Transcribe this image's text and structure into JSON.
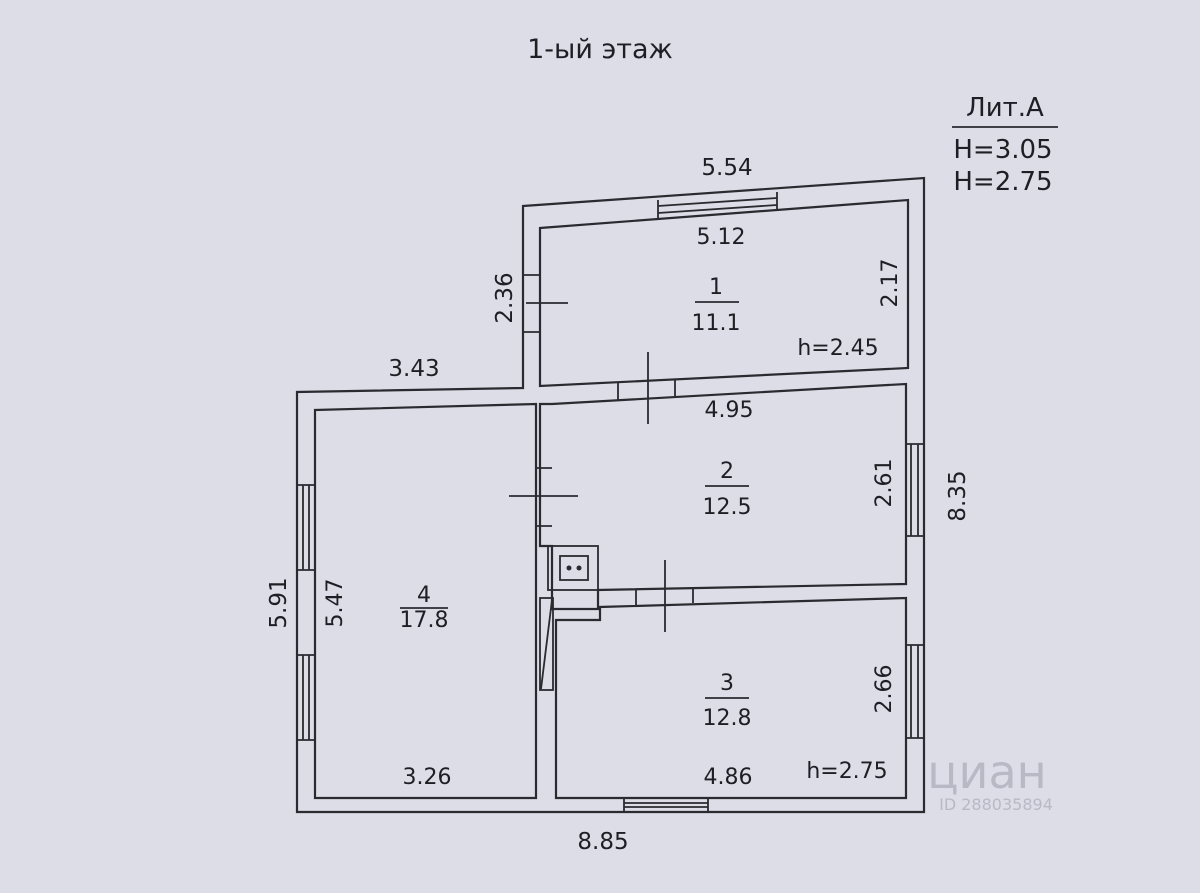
{
  "title": "1-ый этаж",
  "legend": {
    "lit": "Лит.А",
    "h_outer": "H=3.05",
    "h_inner": "H=2.75"
  },
  "outer_dims": {
    "top": "5.54",
    "left_top": "2.36",
    "step": "3.43",
    "right": "8.35",
    "left": "5.91",
    "bottom": "8.85"
  },
  "rooms": [
    {
      "number": "1",
      "area": "11.1",
      "width": "5.12",
      "depth": "2.17",
      "height": "h=2.45"
    },
    {
      "number": "2",
      "area": "12.5",
      "width": "4.95",
      "depth": "2.61"
    },
    {
      "number": "3",
      "area": "12.8",
      "width": "4.86",
      "depth": "2.66",
      "height": "h=2.75"
    },
    {
      "number": "4",
      "area": "17.8",
      "width": "3.26",
      "depth": "5.47"
    }
  ],
  "watermark": {
    "brand": "циан",
    "id": "ID 288035894"
  }
}
